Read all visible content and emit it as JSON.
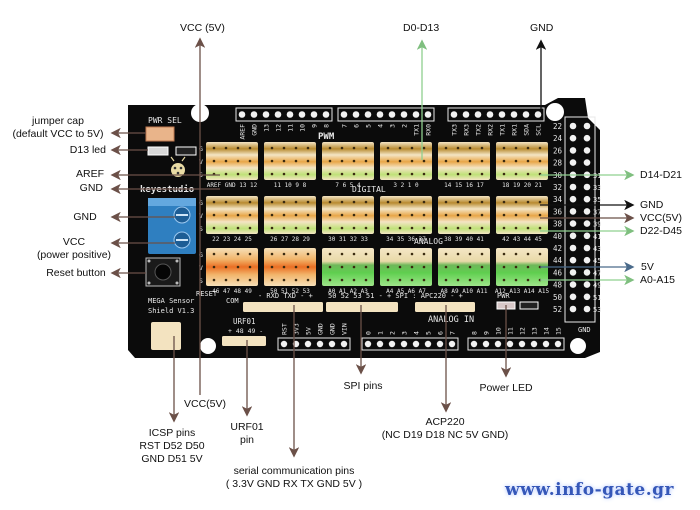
{
  "title": "MEGA Sensor Shield V1.3 pinout",
  "board": {
    "brand": "keyestudio",
    "model_line1": "MEGA Sensor",
    "model_line2": "Shield V1.3",
    "pwr_sel": "PWR SEL",
    "pwm": "PWM",
    "digital": "DIGITAL",
    "analog": "ANALOG",
    "analog_in": "ANALOG IN",
    "reset": "RESET",
    "com": "COM",
    "rxd_txd": "- RXD TXD -  +",
    "spi_apc": "50 52 53 51  -  + SPI : APC220  -  +",
    "urf01": "URF01",
    "urf_pins": "+ 48 49 -",
    "pwr": "PWR",
    "gnd_corner": "GND",
    "power_header": [
      "RST",
      "3V3",
      "5V",
      "GND",
      "GND",
      "VIN"
    ],
    "top_header_1": [
      "AREF",
      "GND",
      "13",
      "12",
      "11",
      "10",
      "9",
      "8"
    ],
    "top_header_2": [
      "7",
      "6",
      "5",
      "4",
      "3",
      "2",
      "TX1",
      "RX0"
    ],
    "top_header_3": [
      "TX3",
      "RX3",
      "TX2",
      "RX2",
      "TX1",
      "RX1",
      "SDA",
      "SCL"
    ],
    "analog_header_1": [
      "0",
      "1",
      "2",
      "3",
      "4",
      "5",
      "6",
      "7"
    ],
    "analog_header_2": [
      "8",
      "9",
      "10",
      "11",
      "12",
      "13",
      "14",
      "15"
    ],
    "side_even": [
      "22",
      "24",
      "26",
      "28",
      "30",
      "32",
      "34",
      "36",
      "38",
      "40",
      "42",
      "44",
      "46",
      "48",
      "50",
      "52"
    ],
    "side_odd": [
      "31",
      "33",
      "35",
      "37",
      "39",
      "41",
      "43",
      "45",
      "47",
      "49",
      "51",
      "53"
    ],
    "row1_numbers": [
      "AREF GND 13 12",
      "11 10 9 8",
      "7 6 5 4",
      "3 2 1 0",
      "14 15 16 17",
      "18 19 20 21"
    ],
    "row2_numbers": [
      "22 23 24 25",
      "26 27 28 29",
      "30 31 32 33",
      "34 35 36 37",
      "38 39 40 41",
      "42 43 44 45"
    ],
    "row3_numbers": [
      "46 47 48 49",
      "50 51 52 53",
      "A0 A1 A2 A3",
      "A4 A5 A6 A7",
      "A8 A9 A10 A11",
      "A12 A13 A14 A15"
    ],
    "gvs": [
      "G",
      "V",
      "S"
    ]
  },
  "callouts": {
    "vcc_top": "VCC (5V)",
    "d0_d13": "D0-D13",
    "gnd_top": "GND",
    "jumper_cap_1": "jumper cap",
    "jumper_cap_2": "(default VCC to 5V)",
    "d13_led": "D13 led",
    "aref": "AREF",
    "gnd_left1": "GND",
    "gnd_left2": "GND",
    "vcc_left_1": "VCC",
    "vcc_left_2": "(power positive)",
    "reset_button": "Reset button",
    "d14_d21": "D14-D21",
    "gnd_right": "GND",
    "vcc_right": "VCC(5V)",
    "d22_d45": "D22-D45",
    "v5_right": "5V",
    "a0_a15": "A0-A15",
    "icsp_1": "ICSP pins",
    "icsp_2": "RST D52 D50",
    "icsp_3": "GND  D51 5V",
    "vcc_bottom": "VCC(5V)",
    "urf01_1": "URF01",
    "urf01_2": "pin",
    "serial_1": "serial communication pins",
    "serial_2": "( 3.3V GND RX TX GND 5V )",
    "spi_pins": "SPI pins",
    "acp220_1": "ACP220",
    "acp220_2": "(NC D19 D18 NC 5V GND)",
    "power_led": "Power LED"
  },
  "watermark": "www.info-gate.gr",
  "colors": {
    "board": "#0b0b0b",
    "arrow_brown": "#6b5048",
    "arrow_green": "#7fc47f",
    "arrow_black": "#111111",
    "arrow_blue": "#4a6a8a",
    "header_light": "#f3e3c0",
    "stripe_g": "#b98a2e",
    "stripe_v": "#e7a84a",
    "stripe_s": "#c6e27a",
    "orange_v": "#ef7f2a",
    "green_block": "#77d95a",
    "terminal_blue": "#2f7fc0"
  }
}
